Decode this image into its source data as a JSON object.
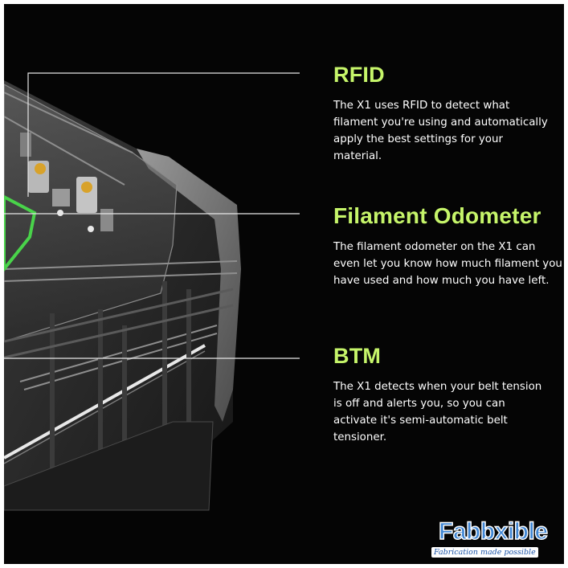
{
  "features": [
    {
      "title": "RFID",
      "description": "The X1 uses RFID to detect what filament you're using and automatically apply the best settings for your material."
    },
    {
      "title": "Filament Odometer",
      "description": "The filament odometer on the X1 can even let you know how much filament you have used and how much you have left."
    },
    {
      "title": "BTM",
      "description": "The X1 detects when your belt tension is off and alerts you, so you can activate it's semi-automatic belt tensioner."
    }
  ],
  "logo": {
    "wordmark": "Fabbxible",
    "tagline": "Fabrication made possible"
  },
  "colors": {
    "background": "#050505",
    "heading": "#c6f56a",
    "body_text": "#ffffff",
    "accent_green": "#49d34a",
    "logo_blue": "#3f86d4"
  },
  "image": {
    "subject": "cutaway illustration of 3D printer interior (toolhead and frame)"
  }
}
